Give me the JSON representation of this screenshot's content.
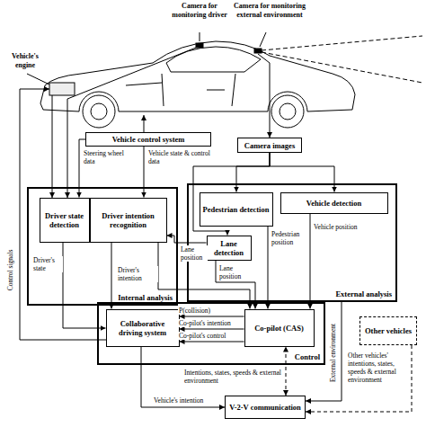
{
  "diagram": {
    "nodes": [
      {
        "text": [
          "Vehicle control system"
        ]
      },
      {
        "text": [
          "Camera images"
        ]
      },
      {
        "text": [
          "Internal analysis"
        ]
      },
      {
        "text": [
          "Driver state detection"
        ],
        "in": 2
      },
      {
        "text": [
          "Driver intention recognition"
        ],
        "in": 2
      },
      {
        "text": [
          "External analysis"
        ]
      },
      {
        "text": [
          "Pedestrian detection"
        ],
        "in": 5
      },
      {
        "text": [
          "Vehicle detection"
        ],
        "in": 5
      },
      {
        "text": [
          "Lane detection"
        ],
        "in": 5
      },
      {
        "text": [
          "Control"
        ]
      },
      {
        "text": [
          "Collaborative driving system"
        ],
        "in": 9
      },
      {
        "text": [
          "Co-pilot (CAS)"
        ],
        "in": 9
      },
      {
        "text": [
          "Other vehicles"
        ]
      },
      {
        "text": [
          "V-2-V communication"
        ]
      }
    ],
    "edges": [
      {
        "from": 0,
        "to": 3,
        "arrow": "to",
        "label": "Steering wheel data"
      },
      {
        "from": 0,
        "to": 4,
        "arrow": "to",
        "label": "Vehicle state & control data"
      },
      {
        "from": 1,
        "to": 6,
        "arrow": "to"
      },
      {
        "from": 1,
        "to": 7,
        "arrow": "to"
      },
      {
        "from": 1,
        "to": 8,
        "arrow": "to"
      },
      {
        "from": 8,
        "to": 4,
        "arrow": "to",
        "label": "Lane position"
      },
      {
        "from": 8,
        "to": 11,
        "arrow": "to",
        "label": "Lane position"
      },
      {
        "from": 6,
        "to": 11,
        "arrow": "to",
        "label": "Pedestrian position"
      },
      {
        "from": 7,
        "to": 11,
        "arrow": "to",
        "label": "Vehicle position"
      },
      {
        "from": 4,
        "to": 11,
        "arrow": "to",
        "label": "Driver's intention"
      },
      {
        "from": 4,
        "to": 10,
        "arrow": "to"
      },
      {
        "from": 3,
        "to": 10,
        "arrow": "to",
        "label": "Driver's state"
      },
      {
        "from": 11,
        "to": 10,
        "arrow": "to",
        "label": "P(collision)"
      },
      {
        "from": 11,
        "to": 10,
        "arrow": "to",
        "label": "Co-pilot's intention"
      },
      {
        "from": 11,
        "to": 10,
        "arrow": "to",
        "label": "Co-pilot's control"
      },
      {
        "from": 10,
        "to": 13,
        "arrow": "to",
        "label": "Vehicle's intention"
      },
      {
        "from": 13,
        "to": 11,
        "arrow": "both",
        "label": "Intentions, states, speeds & external environment"
      },
      {
        "from": 5,
        "to": 13,
        "arrow": "to",
        "label": "External environment"
      },
      {
        "from": 12,
        "to": 13,
        "arrow": "to",
        "label": "Other vehicles' intentions, states, speeds & external environment"
      }
    ],
    "labels": [
      "Camera for monitoring driver",
      "Camera for monitoring external environment",
      "Vehicle's engine",
      "Control signals"
    ]
  }
}
